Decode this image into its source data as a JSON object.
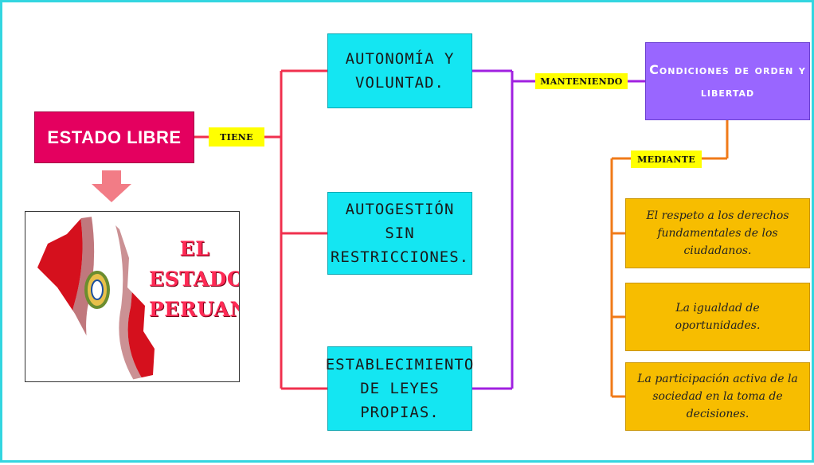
{
  "colors": {
    "page_border": "#33d6e0",
    "main_box": "#e4005f",
    "tag": "#ffff00",
    "cyan_box": "#14e6f2",
    "purple_box": "#9966ff",
    "gold_box": "#f7bd00",
    "red_line": "#f0304e",
    "purple_line": "#a020e0",
    "orange_line": "#f07a18",
    "arrow": "#f27c86"
  },
  "main": {
    "title": "ESTADO LIBRE"
  },
  "connectors": {
    "tiene": "TIENE",
    "manteniendo": "MANTENIENDO",
    "mediante": "MEDIANTE"
  },
  "characteristics": [
    {
      "text": "AUTONOMÍA Y VOLUNTAD."
    },
    {
      "text": "AUTOGESTIÓN SIN RESTRICCIONES."
    },
    {
      "text": "ESTABLECIMIENTO DE LEYES PROPIAS."
    }
  ],
  "condition": {
    "text": "Condiciones de orden y libertad"
  },
  "means": [
    {
      "text": "El respeto a los derechos fundamentales de los ciudadanos."
    },
    {
      "text": "La igualdad de oportunidades."
    },
    {
      "text": "La participación activa de la sociedad en la toma de decisiones."
    }
  ],
  "picture": {
    "line1": "EL",
    "line2": "ESTADO",
    "line3": "PERUANO",
    "icon": "peru-map-flag-icon"
  }
}
